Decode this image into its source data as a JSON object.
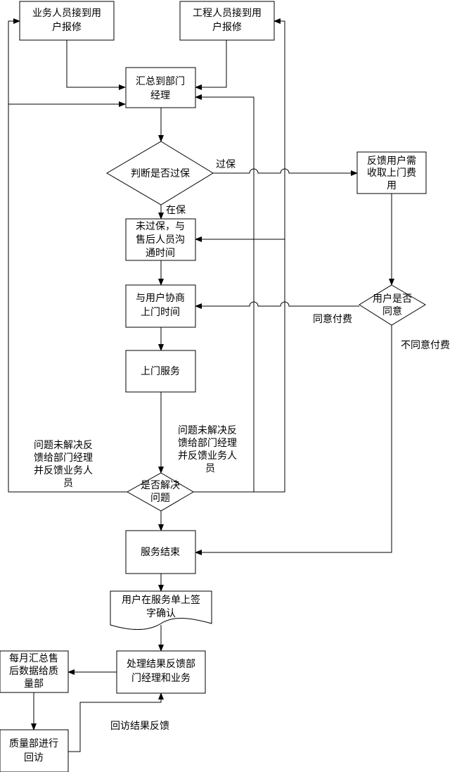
{
  "nodes": {
    "sales_receive": [
      "业务人员接到用",
      "户报修"
    ],
    "eng_receive": [
      "工程人员接到用",
      "户报修"
    ],
    "summary_manager": [
      "汇总到部门",
      "经理"
    ],
    "judge_warranty": [
      "判断是否过保"
    ],
    "feedback_fee": [
      "反馈用户需",
      "收取上门费",
      "用"
    ],
    "not_expired": [
      "未过保，与",
      "售后人员沟",
      "通时间"
    ],
    "negotiate_time": [
      "与用户协商",
      "上门时间"
    ],
    "user_agree": [
      "用户是否",
      "同意"
    ],
    "onsite_service": [
      "上门服务"
    ],
    "resolved_check": [
      "是否解决",
      "问题"
    ],
    "service_end": [
      "服务结束"
    ],
    "user_sign": [
      "用户在服务单上签",
      "字确认"
    ],
    "process_feedback": [
      "处理结果反馈部",
      "门经理和业务"
    ],
    "monthly_summary": [
      "每月汇总售",
      "后数据给质",
      "量部"
    ],
    "quality_visit": [
      "质量部进行",
      "回访"
    ]
  },
  "edge_labels": {
    "expired": [
      "过保"
    ],
    "in_warranty": [
      "在保"
    ],
    "agree_pay": [
      "同意付费"
    ],
    "disagree_pay": [
      "不同意付费"
    ],
    "unresolved_left": [
      "问题未解决反",
      "馈给部门经理",
      "并反馈业务人",
      "员"
    ],
    "unresolved_right": [
      "问题未解决反",
      "馈给部门经理",
      "并反馈业务人",
      "员"
    ],
    "visit_feedback": [
      "回访结果反馈"
    ]
  }
}
